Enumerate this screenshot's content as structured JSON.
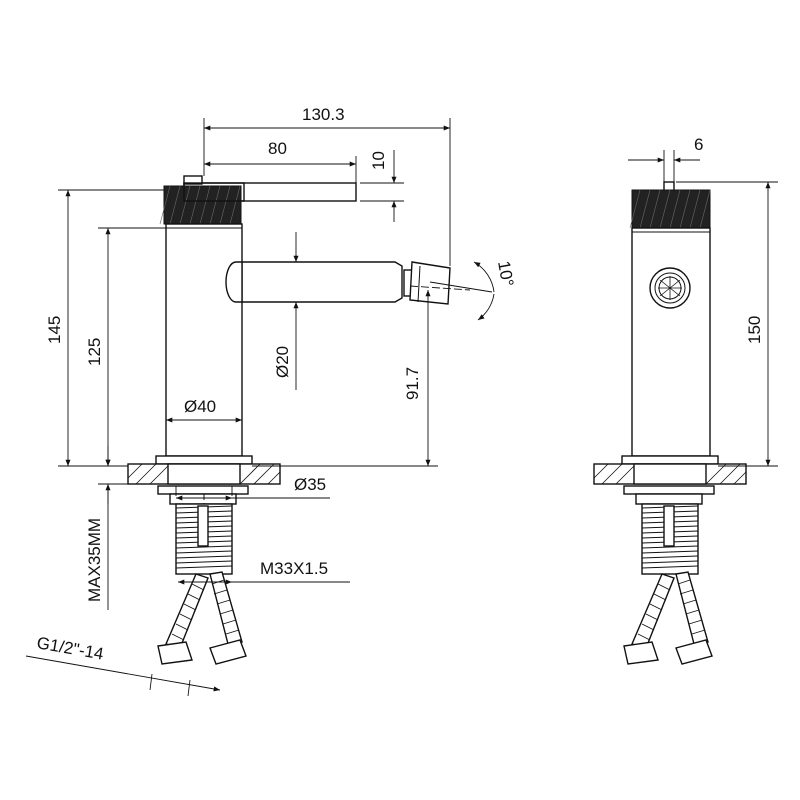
{
  "dimensions": {
    "total_length": "130.3",
    "lever_length": "80",
    "lever_thickness": "10",
    "total_height": "145",
    "body_height": "125",
    "outlet_diameter": "Ø20",
    "body_diameter": "Ø40",
    "outlet_height": "91.7",
    "tilt_angle": "10°",
    "shank_diameter": "Ø35",
    "max_deck": "MAX35MM",
    "thread": "M33X1.5",
    "hose_thread": "G1/2\"-14",
    "side_lever_width": "6",
    "side_height": "150"
  }
}
